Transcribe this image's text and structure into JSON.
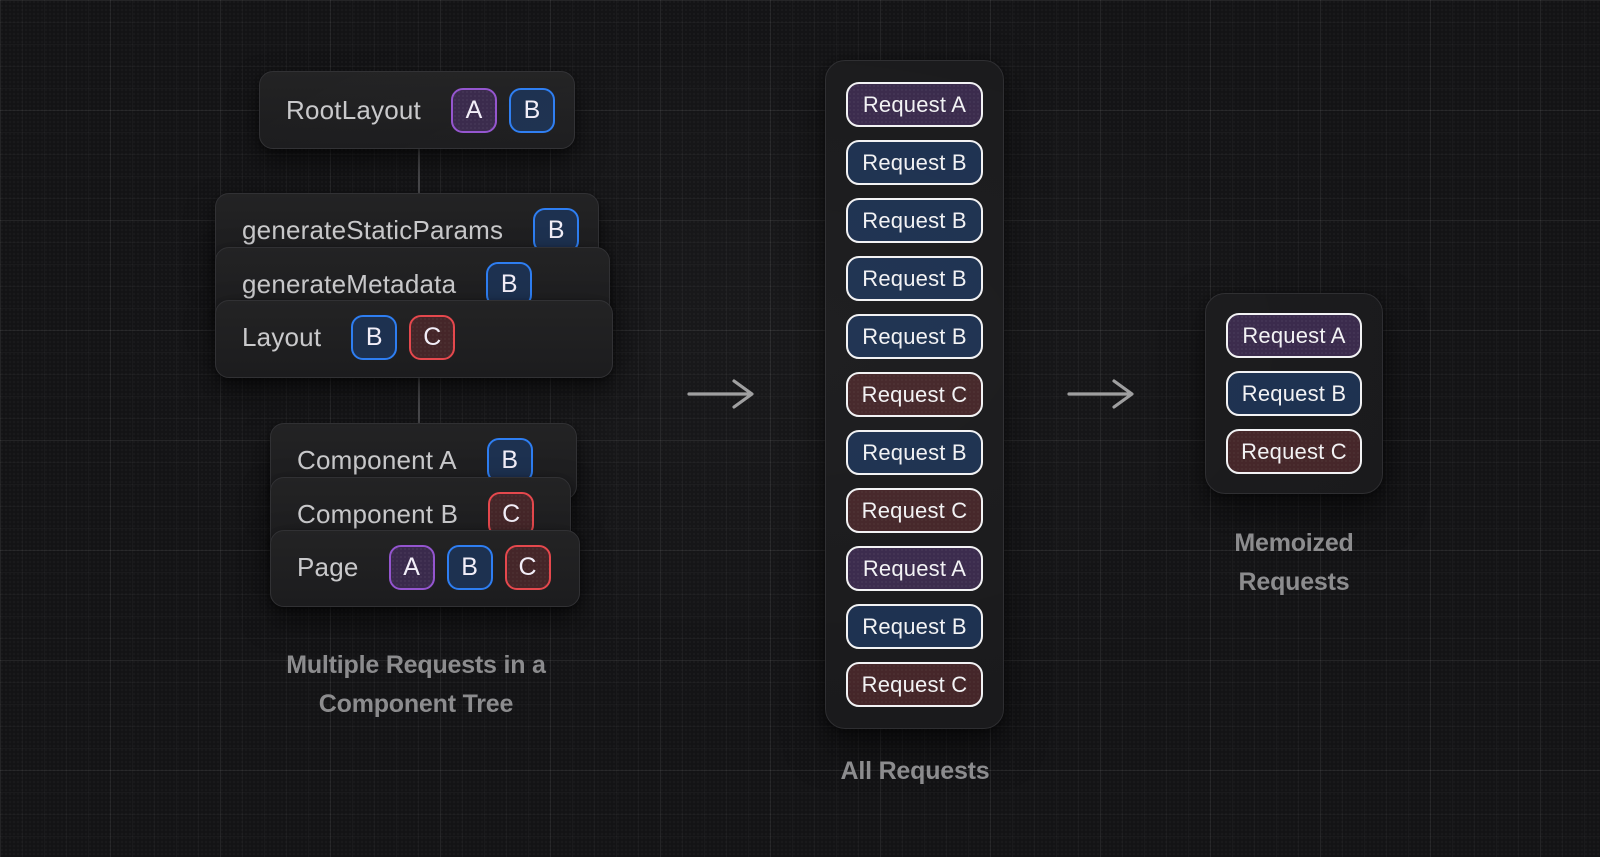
{
  "colors": {
    "purple": "#9455CF",
    "blue": "#2E7EF2",
    "red": "#E5484D"
  },
  "tree": {
    "root": {
      "label": "RootLayout",
      "badges": [
        {
          "letter": "A",
          "variant": "a"
        },
        {
          "letter": "B",
          "variant": "b"
        }
      ]
    },
    "stack1": [
      {
        "label": "generateStaticParams",
        "badges": [
          {
            "letter": "B",
            "variant": "b"
          }
        ]
      },
      {
        "label": "generateMetadata",
        "badges": [
          {
            "letter": "B",
            "variant": "b"
          }
        ]
      },
      {
        "label": "Layout",
        "badges": [
          {
            "letter": "B",
            "variant": "b"
          },
          {
            "letter": "C",
            "variant": "c"
          }
        ]
      }
    ],
    "stack2": [
      {
        "label": "Component A",
        "badges": [
          {
            "letter": "B",
            "variant": "b"
          }
        ]
      },
      {
        "label": "Component B",
        "badges": [
          {
            "letter": "C",
            "variant": "c"
          }
        ]
      },
      {
        "label": "Page",
        "badges": [
          {
            "letter": "A",
            "variant": "a"
          },
          {
            "letter": "B",
            "variant": "b"
          },
          {
            "letter": "C",
            "variant": "c"
          }
        ]
      }
    ],
    "caption": {
      "line1": "Multiple Requests in a",
      "line2": "Component Tree"
    }
  },
  "all_requests": {
    "caption": "All Requests",
    "items": [
      {
        "label": "Request A",
        "variant": "a"
      },
      {
        "label": "Request B",
        "variant": "b"
      },
      {
        "label": "Request B",
        "variant": "b"
      },
      {
        "label": "Request B",
        "variant": "b"
      },
      {
        "label": "Request B",
        "variant": "b"
      },
      {
        "label": "Request C",
        "variant": "c"
      },
      {
        "label": "Request B",
        "variant": "b"
      },
      {
        "label": "Request C",
        "variant": "c"
      },
      {
        "label": "Request A",
        "variant": "a"
      },
      {
        "label": "Request B",
        "variant": "b"
      },
      {
        "label": "Request C",
        "variant": "c"
      }
    ]
  },
  "memoized": {
    "caption": {
      "line1": "Memoized",
      "line2": "Requests"
    },
    "items": [
      {
        "label": "Request A",
        "variant": "a"
      },
      {
        "label": "Request B",
        "variant": "b"
      },
      {
        "label": "Request C",
        "variant": "c"
      }
    ]
  }
}
